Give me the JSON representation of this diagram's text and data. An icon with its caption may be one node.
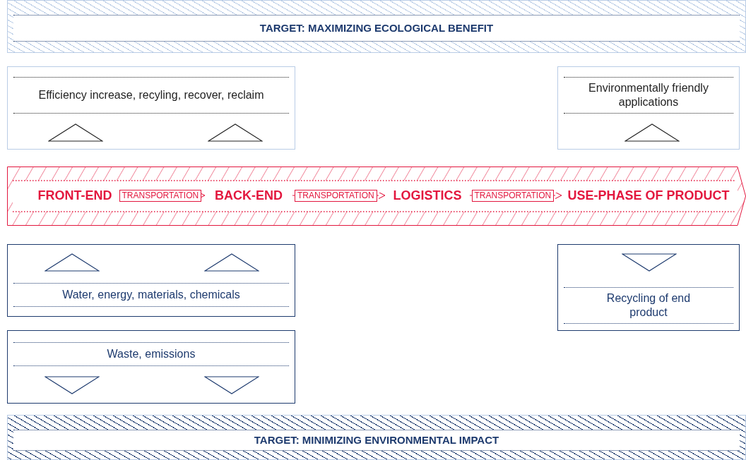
{
  "diagram": {
    "nodes": [
      {
        "text": [
          "TARGET: MAXIMIZING ECOLOGICAL BENEFIT"
        ]
      },
      {
        "text": [
          "Efficiency increase, recyling, recover, reclaim"
        ]
      },
      {
        "text": [
          "Environmentally friendly applications"
        ]
      },
      {
        "text": [],
        "shape": "band"
      },
      {
        "text": [
          "FRONT-END"
        ],
        "in": 3
      },
      {
        "text": [
          "BACK-END"
        ],
        "in": 3
      },
      {
        "text": [
          "LOGISTICS"
        ],
        "in": 3
      },
      {
        "text": [
          "USE-PHASE OF PRODUCT"
        ],
        "in": 3
      },
      {
        "text": [
          "Water, energy, materials, chemicals"
        ]
      },
      {
        "text": [
          "Waste, emissions"
        ]
      },
      {
        "text": [
          "Recycling of end product"
        ]
      },
      {
        "text": [
          "TARGET: MINIMIZING ENVIRONMENTAL IMPACT"
        ]
      }
    ],
    "edges": [
      {
        "from": 4,
        "to": 5,
        "arrow": "to",
        "label": "TRANSPORTATION"
      },
      {
        "from": 5,
        "to": 6,
        "arrow": "to",
        "label": "TRANSPORTATION"
      },
      {
        "from": 6,
        "to": 7,
        "arrow": "to",
        "label": "TRANSPORTATION"
      }
    ]
  }
}
